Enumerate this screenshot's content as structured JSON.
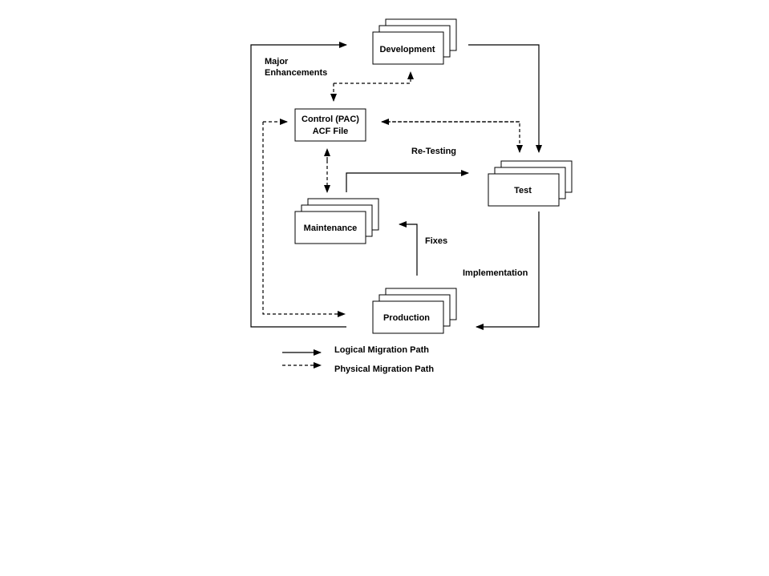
{
  "nodes": {
    "development": "Development",
    "control_line1": "Control (PAC)",
    "control_line2": "ACF File",
    "test": "Test",
    "maintenance": "Maintenance",
    "production": "Production"
  },
  "edge_labels": {
    "major_line1": "Major",
    "major_line2": "Enhancements",
    "retesting": "Re-Testing",
    "fixes": "Fixes",
    "implementation": "Implementation"
  },
  "legend": {
    "logical": "Logical Migration Path",
    "physical": "Physical Migration Path"
  }
}
